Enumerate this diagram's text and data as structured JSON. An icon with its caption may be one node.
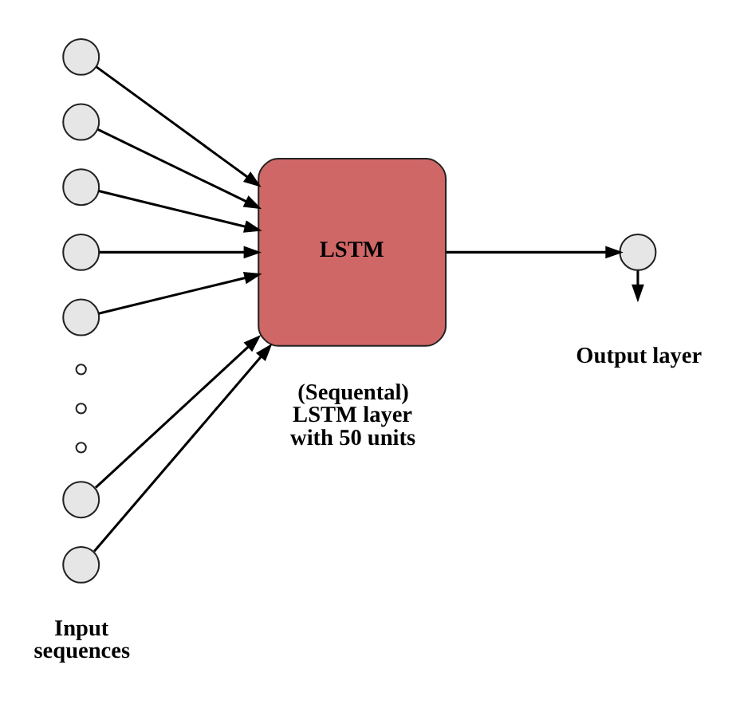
{
  "diagram": {
    "nodes": [
      {
        "text": [],
        "shape": "circle"
      },
      {
        "text": [],
        "shape": "circle"
      },
      {
        "text": [],
        "shape": "circle"
      },
      {
        "text": [],
        "shape": "circle"
      },
      {
        "text": [],
        "shape": "circle"
      },
      {
        "text": [],
        "shape": "circle"
      },
      {
        "text": [],
        "shape": "circle"
      },
      {
        "text": [],
        "shape": "circle"
      },
      {
        "text": [],
        "shape": "circle"
      },
      {
        "text": [],
        "shape": "circle"
      },
      {
        "text": [
          "LSTM"
        ],
        "beside": [
          "(Sequental) LSTM layer with 50 units"
        ]
      },
      {
        "text": [],
        "shape": "circle",
        "beside": [
          "Output layer"
        ]
      }
    ],
    "edges": [
      {
        "from": 0,
        "to": 10,
        "arrow": "to"
      },
      {
        "from": 1,
        "to": 10,
        "arrow": "to"
      },
      {
        "from": 2,
        "to": 10,
        "arrow": "to"
      },
      {
        "from": 3,
        "to": 10,
        "arrow": "to"
      },
      {
        "from": 4,
        "to": 10,
        "arrow": "to"
      },
      {
        "from": 8,
        "to": 10,
        "arrow": "to"
      },
      {
        "from": 9,
        "to": 10,
        "arrow": "to"
      },
      {
        "from": 10,
        "to": 11,
        "arrow": "to"
      },
      {
        "from": 11,
        "to": null,
        "arrow": "to"
      }
    ],
    "labels": [
      "Input sequences"
    ]
  }
}
